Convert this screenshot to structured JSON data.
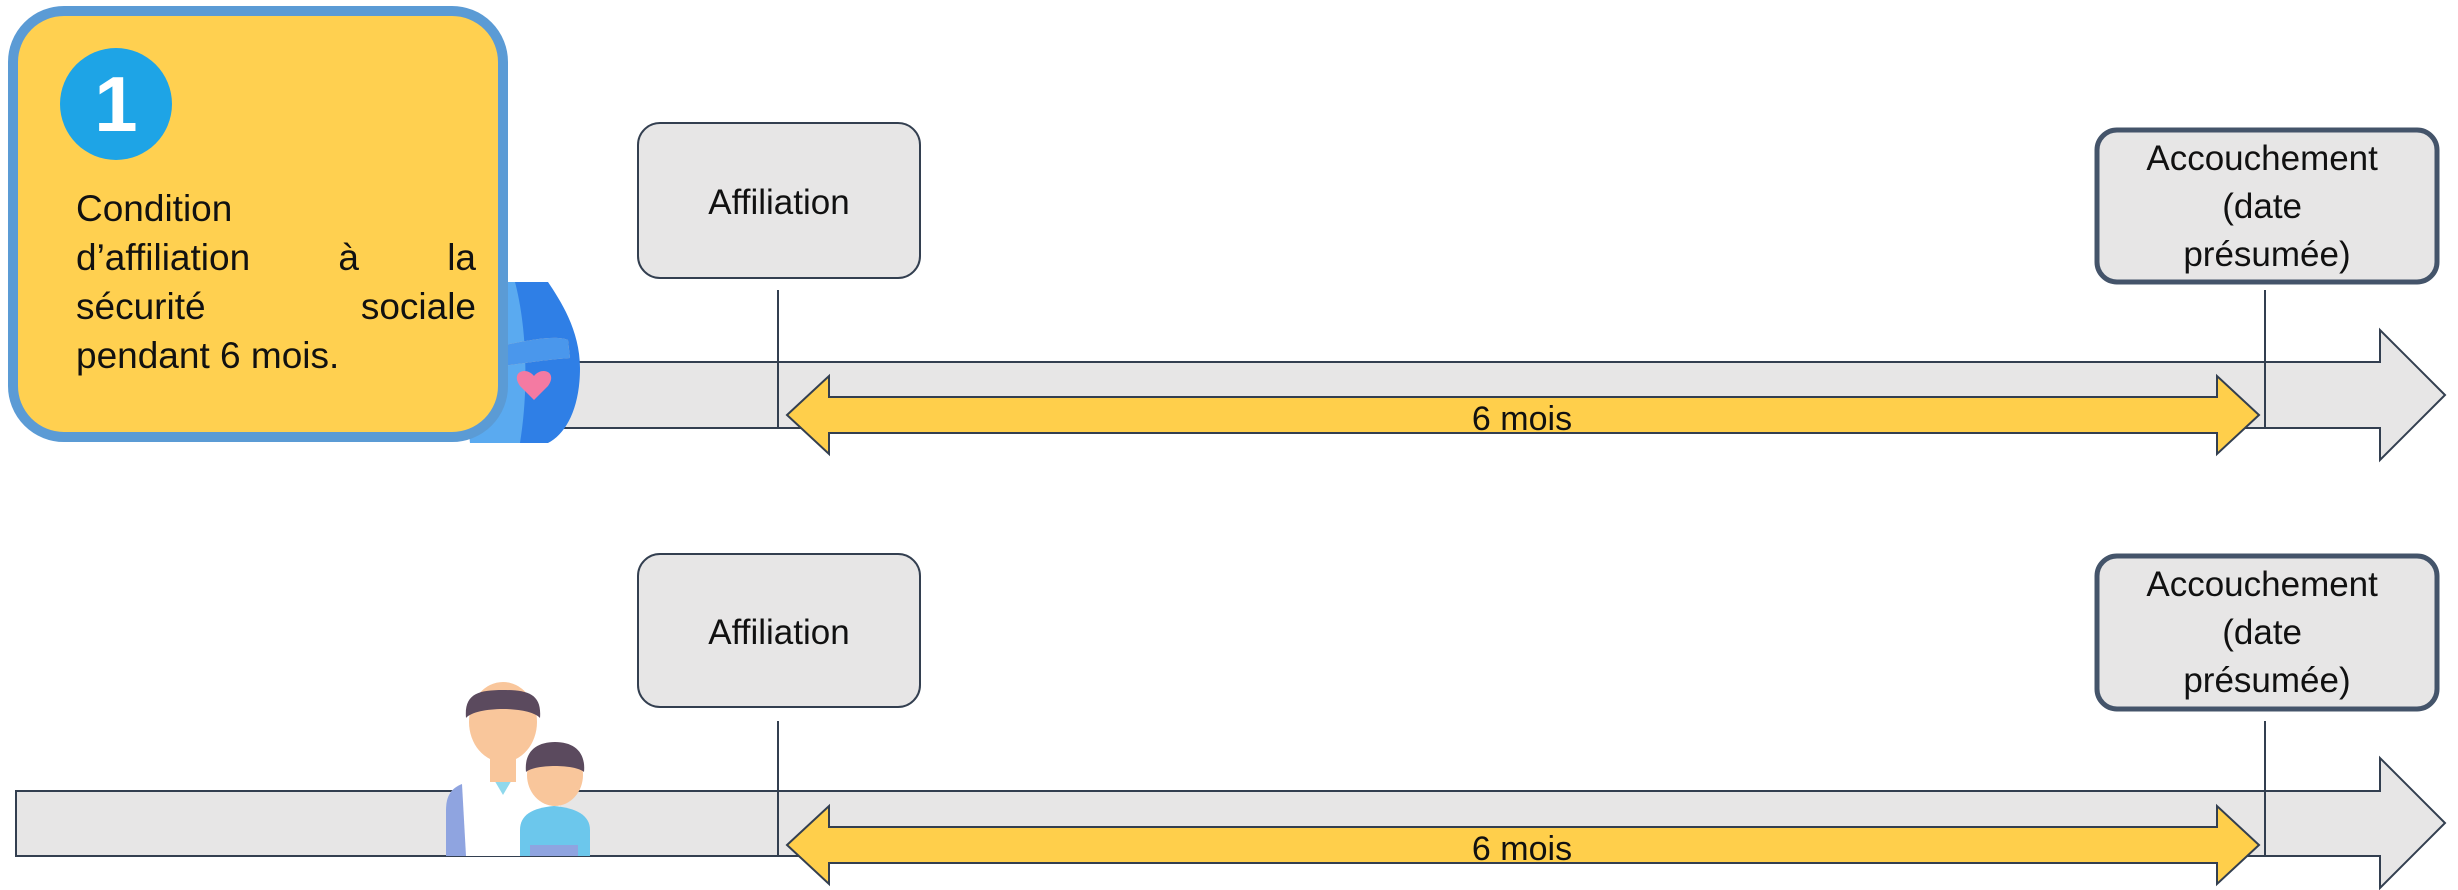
{
  "condition": {
    "number": "1",
    "lines": [
      "Condition",
      "d’affiliation à la",
      "sécurité sociale",
      "pendant 6 mois."
    ]
  },
  "timelines": [
    {
      "start_label": "Affiliation",
      "end_label": [
        "Accouchement",
        "(date",
        "présumée)"
      ],
      "duration_label": "6 mois",
      "figure": "pregnant-woman"
    },
    {
      "start_label": "Affiliation",
      "end_label": [
        "Accouchement",
        "(date",
        "présumée)"
      ],
      "duration_label": "6 mois",
      "figure": "father-and-child"
    }
  ],
  "colors": {
    "track": "#e7e6e6",
    "outline": "#333f50",
    "duration_arrow": "#ffcf4b",
    "card_fill": "#ffd050",
    "card_border": "#5b9bd5",
    "badge": "#1ea4e6",
    "label_box": "#e7e6e6",
    "end_box_border": "#44546a"
  }
}
